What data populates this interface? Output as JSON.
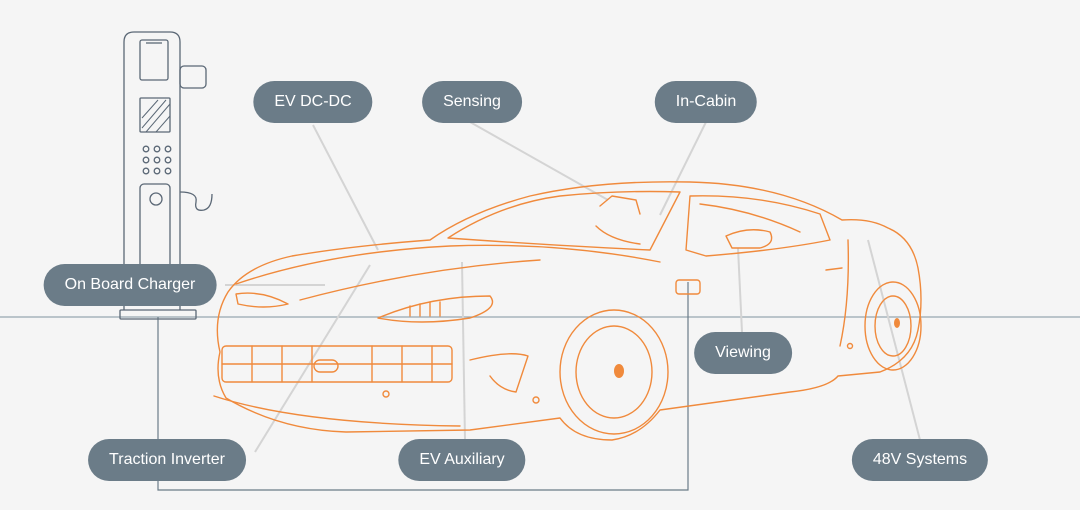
{
  "colors": {
    "background": "#f5f5f5",
    "pill_fill": "#6b7c88",
    "pill_text": "#ffffff",
    "car_outline": "#f08a3c",
    "charger_outline": "#5b6876",
    "connector_lines": "#d4d4d4",
    "ground_line": "#97a6b0",
    "wiring_line": "#6b7c88"
  },
  "labels": {
    "ev_dc_dc": "EV DC-DC",
    "sensing": "Sensing",
    "in_cabin": "In-Cabin",
    "on_board_charger": "On Board Charger",
    "viewing": "Viewing",
    "traction_inverter": "Traction Inverter",
    "ev_auxiliary": "EV Auxiliary",
    "v48_systems": "48V Systems"
  }
}
